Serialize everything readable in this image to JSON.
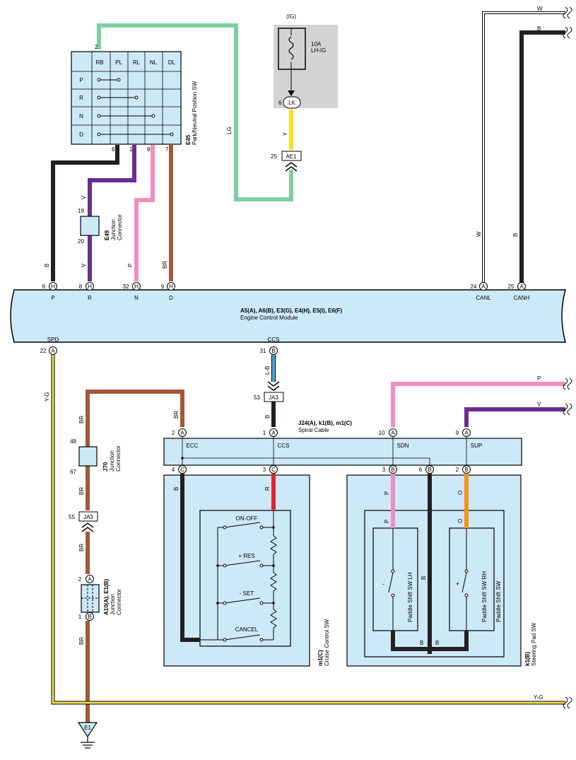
{
  "colors": {
    "box_fill": "#cce9f7",
    "fuse_area": "#d2d3d5",
    "wire_B": "#231f20",
    "wire_V": "#6b2c91",
    "wire_P": "#f28dbd",
    "wire_BR": "#a3583a",
    "wire_LG": "#7fcf9e",
    "wire_Y": "#f9e11a",
    "wire_R": "#e3232a",
    "wire_O": "#f7941d",
    "wire_LB": "#3fa9dc",
    "wire_YG": "#e9e24d",
    "wire_W": "#ffffff"
  },
  "park_neutral_switch": {
    "id": "E45",
    "name": "Park/Neutral Position SW",
    "columns": [
      "RB",
      "PL",
      "RL",
      "NL",
      "DL"
    ],
    "rows": [
      "P",
      "R",
      "N",
      "D"
    ],
    "pin_top": "2",
    "pins_bottom": [
      "6",
      "1",
      "9",
      "7"
    ]
  },
  "fuse": {
    "source": "(IG)",
    "rating": "10A",
    "name": "LH-IG",
    "pin_number": "6",
    "connector": "LK"
  },
  "connector_ae1": {
    "pin": "25",
    "label": "AE1"
  },
  "junction_e49": {
    "id": "E49",
    "line1": "Junction",
    "line2": "Connector",
    "pin_in": "19",
    "pin_out": "20"
  },
  "ecm": {
    "connectors": "A5(A), A6(B), E3(G), E4(H), E5(I), E6(F)",
    "name": "Engine Control Module",
    "top_pins": [
      {
        "num": "6",
        "letter": "H",
        "terminal": "P",
        "wire": "B"
      },
      {
        "num": "8",
        "letter": "H",
        "terminal": "R",
        "wire": "V"
      },
      {
        "num": "32",
        "letter": "H",
        "terminal": "N",
        "wire": "P"
      },
      {
        "num": "9",
        "letter": "H",
        "terminal": "D",
        "wire": "BR"
      },
      {
        "num": "24",
        "letter": "A",
        "terminal": "CANL",
        "wire": "W"
      },
      {
        "num": "25",
        "letter": "A",
        "terminal": "CANH",
        "wire": "B"
      }
    ],
    "spd": {
      "terminal": "SPD",
      "num": "22",
      "letter": "A",
      "wire": "Y-G"
    },
    "ccs": {
      "terminal": "CCS",
      "num": "31",
      "letter": "B",
      "wire": "L-B"
    }
  },
  "wire_labels": {
    "W": "W",
    "B": "B",
    "LG": "LG",
    "Y": "Y",
    "V": "V",
    "P": "P",
    "BR": "BR",
    "YG": "Y-G",
    "LB": "L-B",
    "R": "R",
    "O": "O"
  },
  "connector_ja3_ccs": {
    "pin": "53",
    "label": "JA3"
  },
  "connector_ja3_br": {
    "pin": "55",
    "label": "JA3"
  },
  "spiral_cable": {
    "connectors": "J24(A), k1(B), m1(C)",
    "name": "Spiral Cable",
    "terminals": [
      {
        "num": "2",
        "letter": "A",
        "name": "ECC"
      },
      {
        "num": "1",
        "letter": "A",
        "name": "CCS"
      },
      {
        "num": "10",
        "letter": "A",
        "name": "SDN"
      },
      {
        "num": "9",
        "letter": "A",
        "name": "SUP"
      }
    ],
    "bottom_pins": [
      {
        "num": "4",
        "letter": "C"
      },
      {
        "num": "3",
        "letter": "C"
      },
      {
        "num": "3",
        "letter": "B"
      },
      {
        "num": "6",
        "letter": "B"
      },
      {
        "num": "2",
        "letter": "B"
      }
    ]
  },
  "junction_j70": {
    "id": "J70",
    "line1": "Junction",
    "line2": "Connector",
    "pin_in": "48",
    "pin_out": "67"
  },
  "junction_e1": {
    "id": "A10(A), E1(B)",
    "line1": "Junction",
    "line2": "Connector",
    "pin_top_num": "2",
    "pin_top_letter": "A",
    "pin_bot_num": "1",
    "pin_bot_letter": "B"
  },
  "ground": {
    "label": "E1"
  },
  "cruise_switch": {
    "id": "m1(C)",
    "name": "Cruise Control SW",
    "switches": [
      "ON-OFF",
      "+ RES",
      "- SET",
      "CANCEL"
    ]
  },
  "steering_pad": {
    "id": "k1(B)",
    "name": "Steering Pad SW",
    "inner_name": "Paddle Shift SW",
    "lh_name": "Paddle Shift SW LH",
    "rh_name": "Paddle Shift SW RH",
    "lh_sign": "-",
    "rh_sign": "+"
  }
}
